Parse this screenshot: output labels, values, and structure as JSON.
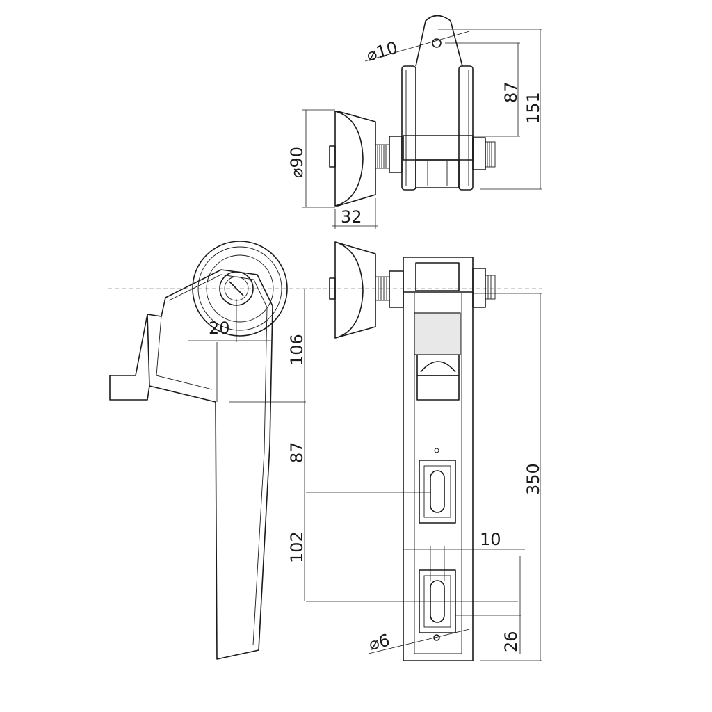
{
  "drawing": {
    "dimensions": {
      "top_hole_diameter": "⌀10",
      "top_lug_to_axle": "87",
      "top_overall_height": "151",
      "wheel_diameter": "⌀90",
      "wheel_width": "32",
      "side_offset": "20",
      "side_axle_to_handle": "106",
      "side_handle_to_slot1": "87",
      "front_overall_height": "350",
      "slot_spacing": "102",
      "slot_width": "10",
      "bottom_hole_diameter": "⌀6",
      "bottom_hole_offset": "26"
    }
  }
}
